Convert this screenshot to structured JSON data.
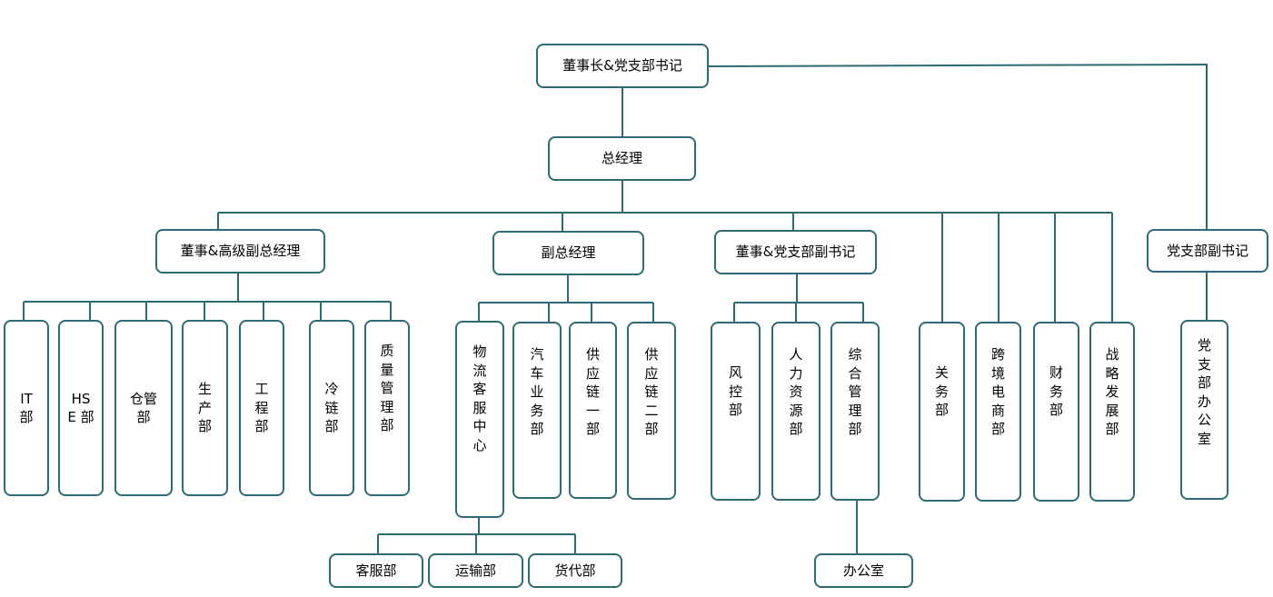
{
  "chairman": "董事长&党支部书记",
  "gm": "总经理",
  "director_svp": "董事&高级副总经理",
  "vp": "副总经理",
  "director_deputy_secretary": "董事&党支部副书记",
  "party_deputy_secretary": "党支部副书记",
  "party_office": "党支部办公室",
  "svp_depts": [
    "IT 部",
    "HSE 部",
    "仓管部",
    "生产部",
    "工程部",
    "冷链部",
    "质量管理部"
  ],
  "vp_depts": [
    "物流客服中心",
    "汽车业务部",
    "供应链一部",
    "供应链二部"
  ],
  "logistics_sub": [
    "客服部",
    "运输部",
    "货代部"
  ],
  "dds_depts": [
    "风控部",
    "人力资源部",
    "综合管理部"
  ],
  "general_office": "办公室",
  "gm_direct_depts": [
    "关务部",
    "跨境电商部",
    "财务部",
    "战略发展部"
  ]
}
